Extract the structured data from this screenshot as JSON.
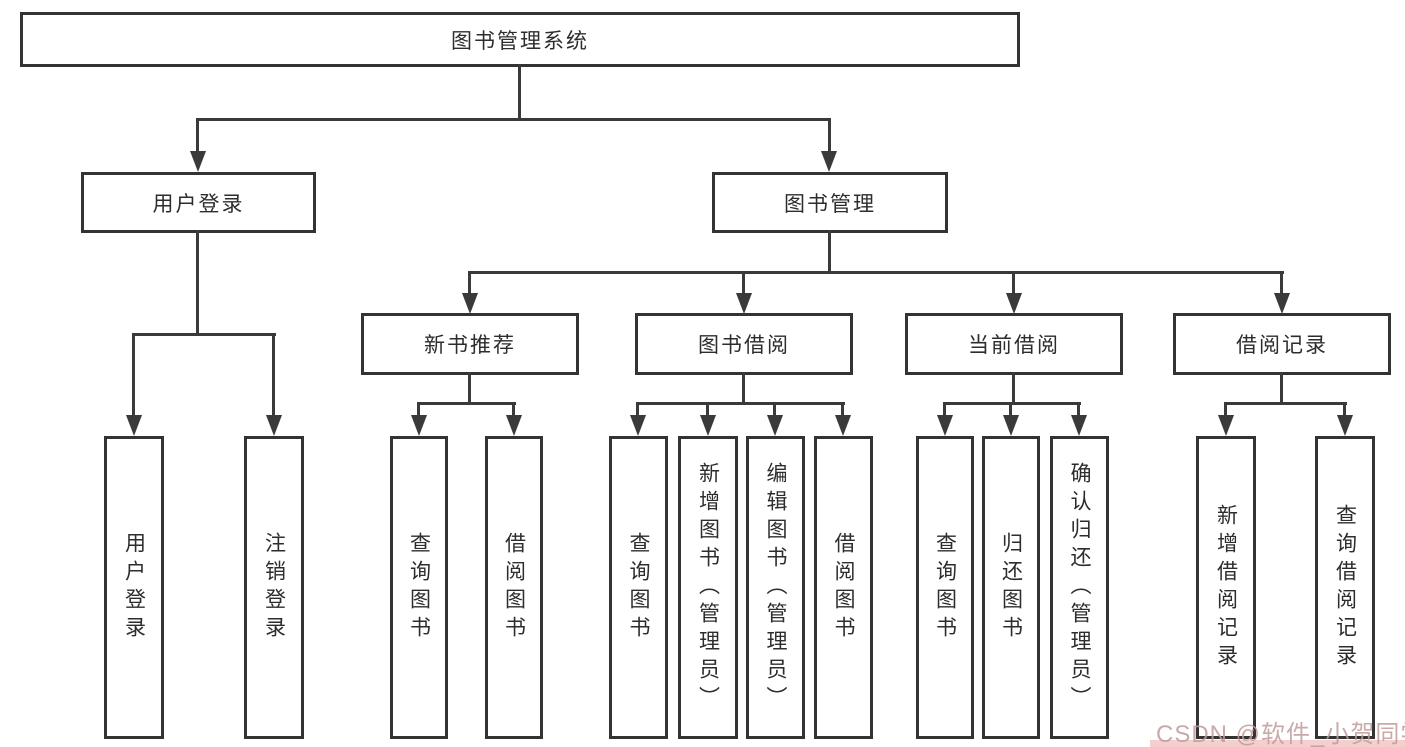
{
  "tree": {
    "root": "图书管理系统",
    "branches": [
      {
        "label": "用户登录",
        "children": [
          "用户登录",
          "注销登录"
        ]
      },
      {
        "label": "图书管理",
        "groups": [
          {
            "label": "新书推荐",
            "children": [
              "查询图书",
              "借阅图书"
            ]
          },
          {
            "label": "图书借阅",
            "children": [
              "查询图书",
              "新增图书（管理员）",
              "编辑图书（管理员）",
              "借阅图书"
            ]
          },
          {
            "label": "当前借阅",
            "children": [
              "查询图书",
              "归还图书",
              "确认归还（管理员）"
            ]
          },
          {
            "label": "借阅记录",
            "children": [
              "新增借阅记录",
              "查询借阅记录"
            ]
          }
        ]
      }
    ]
  },
  "watermark": "CSDN @软件_小贺同学",
  "colors": {
    "line": "#3a3a3a",
    "box_border": "#333333",
    "box_bg": "#ffffff",
    "text": "#2d2d2d",
    "watermark_text": "#c19a9a",
    "watermark_bar": "#f3c2c2",
    "background": "#ffffff"
  }
}
